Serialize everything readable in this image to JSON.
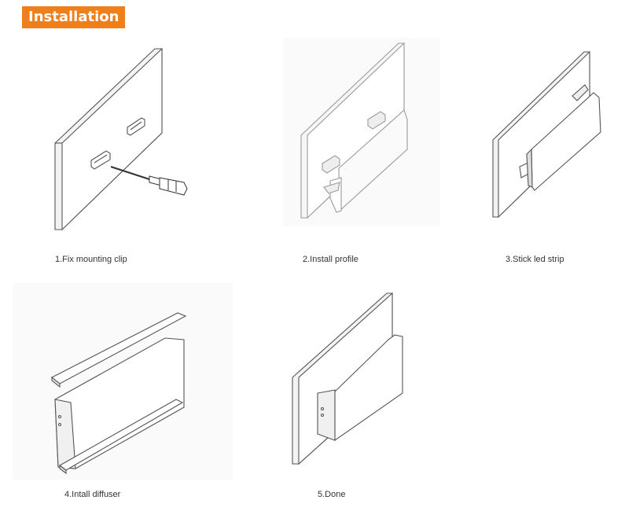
{
  "header": {
    "title": "Installation",
    "accent_color": "#EE7F1B"
  },
  "steps": [
    {
      "caption": "1.Fix mounting clip"
    },
    {
      "caption": "2.Install profile"
    },
    {
      "caption": "3.Stick led strip"
    },
    {
      "caption": "4.Intall diffuser"
    },
    {
      "caption": "5.Done"
    }
  ]
}
